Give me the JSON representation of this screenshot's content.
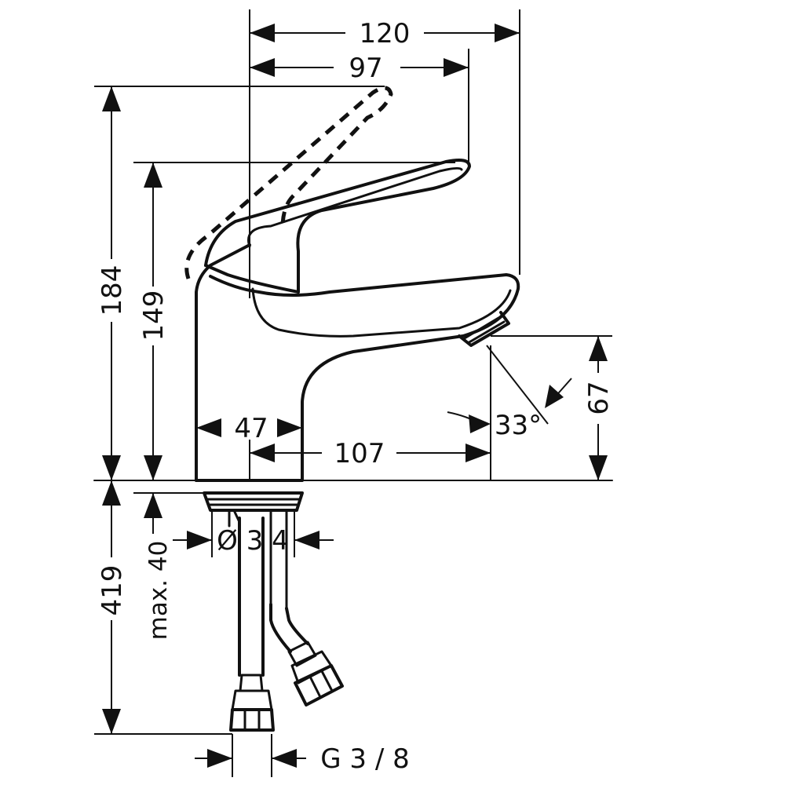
{
  "dimensions": {
    "total_reach": "120",
    "lever_reach": "97",
    "total_height": "184",
    "lever_height": "149",
    "spout_clearance": "67",
    "spout_angle": "33°",
    "body_diameter": "47",
    "spout_reach": "107",
    "connection_length": "419",
    "max_thickness": "max. 40",
    "hole_diameter": "Ø 3 4",
    "thread": "G 3 / 8"
  }
}
